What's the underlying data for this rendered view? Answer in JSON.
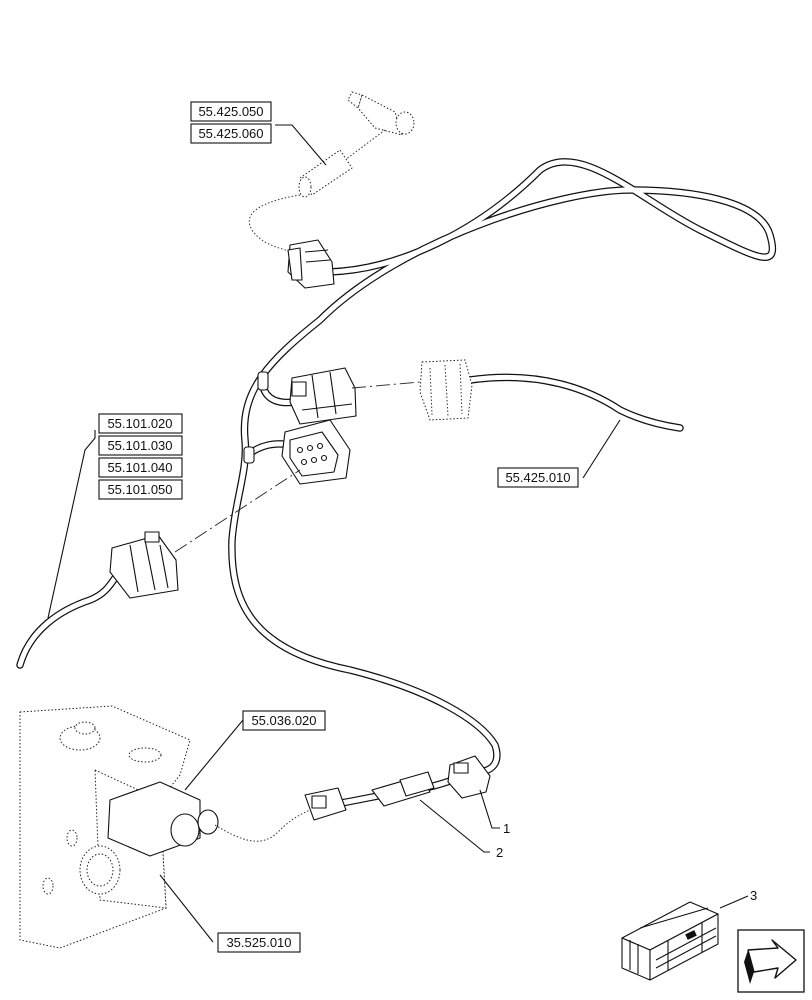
{
  "references": {
    "top_sensor": [
      "55.425.050",
      "55.425.060"
    ],
    "left_connector": [
      "55.101.020",
      "55.101.030",
      "55.101.040",
      "55.101.050"
    ],
    "right_harness": "55.425.010",
    "valve_sensor": "55.036.020",
    "valve_block": "35.525.010"
  },
  "callouts": {
    "item_1": "1",
    "item_2": "2",
    "item_3": "3"
  },
  "icons": {
    "kit_box": "kit-box-icon",
    "nav_arrow": "next-page-arrow-icon"
  }
}
